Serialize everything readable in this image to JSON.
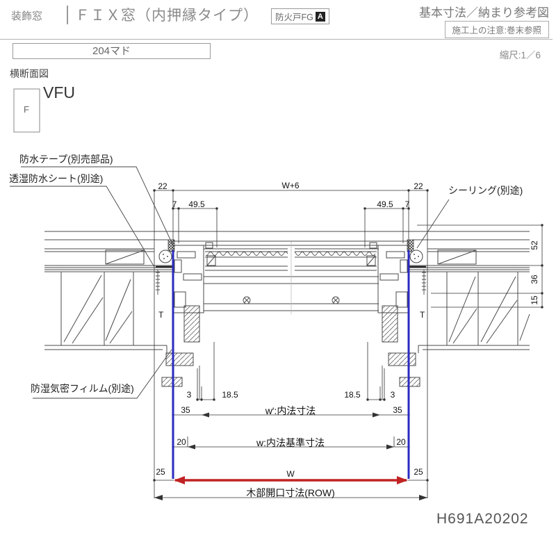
{
  "header": {
    "category": "装飾窓",
    "title": "ＦＩＸ窓（内押縁タイプ）",
    "fire_badge_label": "防火戸FG",
    "fire_badge_mark": "A",
    "basic_title": "基本寸法／納まり参考図",
    "note": "施工上の注意:巻末参照",
    "size_box": "204マド",
    "scale": "縮尺:1／6"
  },
  "labels": {
    "section": "横断面図",
    "frame_letter": "F",
    "product_code": "VFU",
    "callout_tape": "防水テープ(別売部品)",
    "callout_sheet": "透湿防水シート(別途)",
    "callout_sealing": "シーリング(別途)",
    "callout_film": "防湿気密フィルム(別途)",
    "doc_number": "H691A20202"
  },
  "dimensions": {
    "top_left_22": "22",
    "top_w6": "W+6",
    "top_right_22": "22",
    "left_7": "7",
    "left_495": "49.5",
    "right_495": "49.5",
    "right_7": "7",
    "v_52": "52",
    "v_36": "36",
    "v_15": "15",
    "t_left": "T",
    "t_right": "T",
    "left_3": "3",
    "left_185": "18.5",
    "right_185": "18.5",
    "right_3": "3",
    "left_35": "35",
    "w_prime": "w′:内法寸法",
    "right_35": "35",
    "left_20": "20",
    "w_base": "w:内法基準寸法",
    "right_20": "20",
    "left_25": "25",
    "w": "W",
    "right_25": "25",
    "row": "木部開口寸法(ROW)"
  },
  "colors": {
    "anchor_blue": "#2b2bc0",
    "width_red": "#c02323",
    "line": "#444444"
  }
}
